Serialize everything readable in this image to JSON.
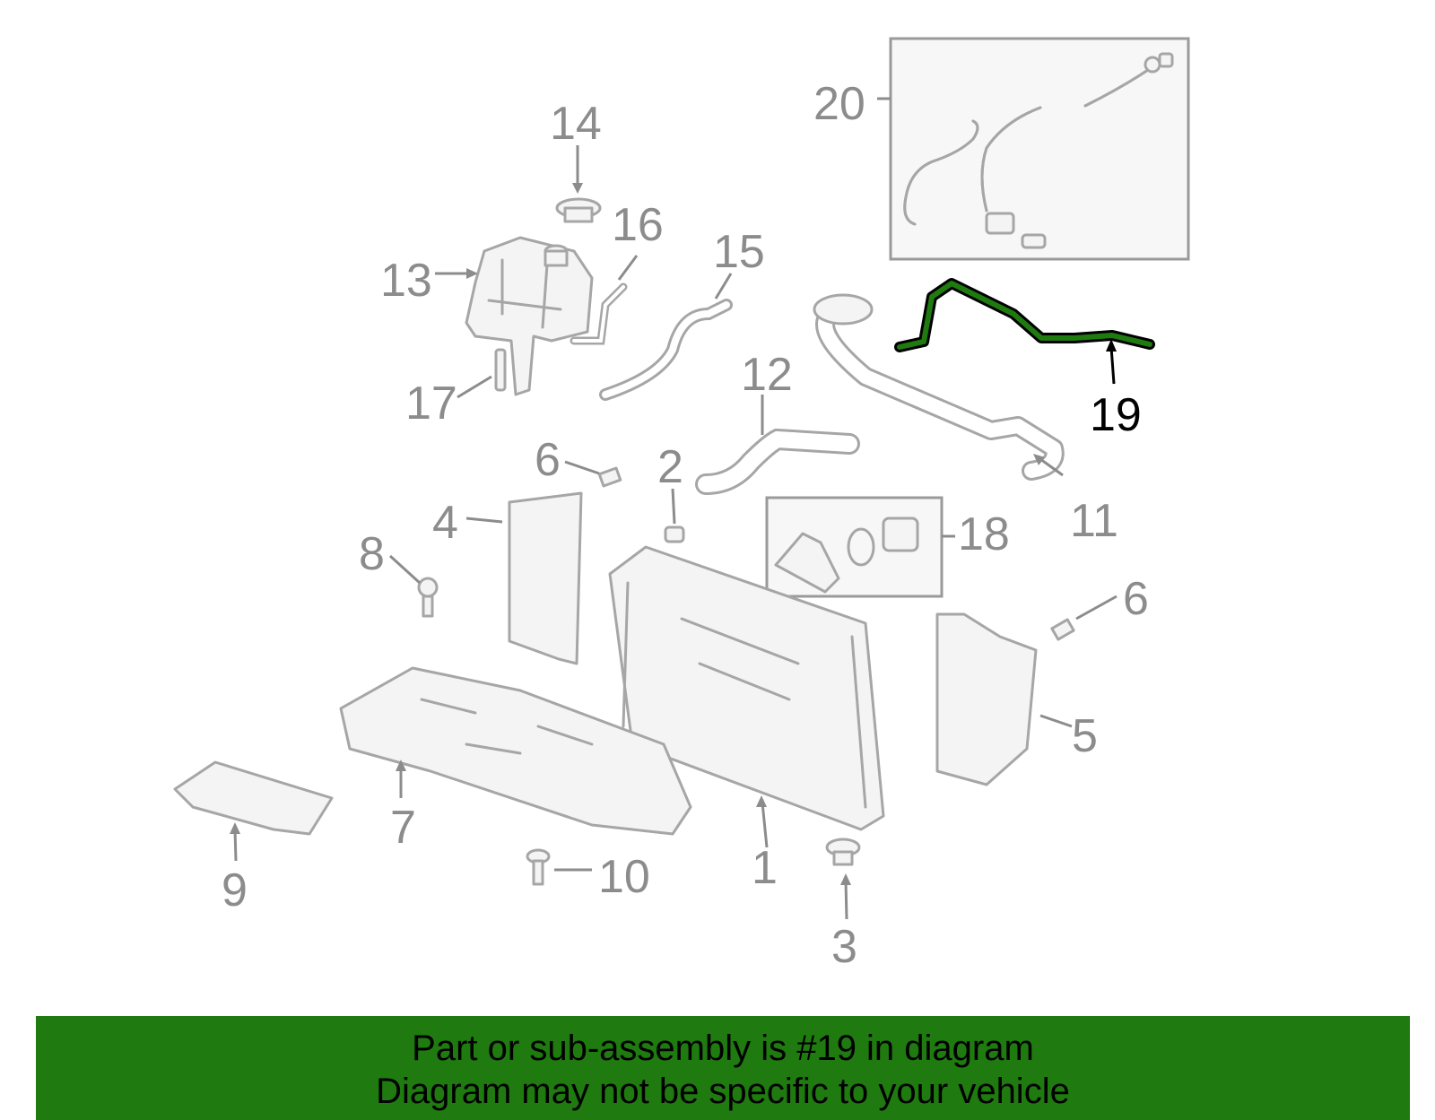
{
  "callouts": {
    "c1": "1",
    "c2": "2",
    "c3": "3",
    "c4": "4",
    "c5": "5",
    "c6a": "6",
    "c6b": "6",
    "c7": "7",
    "c8": "8",
    "c9": "9",
    "c10": "10",
    "c11": "11",
    "c12": "12",
    "c13": "13",
    "c14": "14",
    "c15": "15",
    "c16": "16",
    "c17": "17",
    "c18": "18",
    "c19": "19",
    "c20": "20"
  },
  "highlight": {
    "part": "19",
    "color": "#1f7a10"
  },
  "banner": {
    "line1": "Part or sub-assembly is #19 in diagram",
    "line2": "Diagram may not be specific to your vehicle",
    "color": "#1f7a10"
  }
}
